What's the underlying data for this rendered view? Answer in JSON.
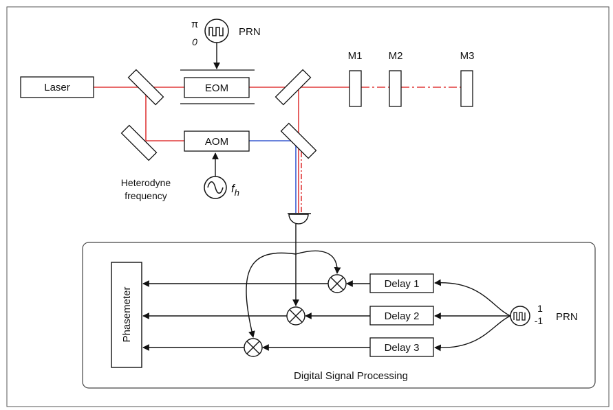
{
  "labels": {
    "laser": "Laser",
    "eom": "EOM",
    "aom": "AOM",
    "mirror1": "M1",
    "mirror2": "M2",
    "mirror3": "M3",
    "prn_top": "PRN",
    "pi": "π",
    "zero": "0",
    "heterodyne_line1": "Heterodyne",
    "heterodyne_line2": "frequency",
    "fh_base": "f",
    "fh_sub": "h",
    "phasemeter": "Phasemeter",
    "delay1": "Delay 1",
    "delay2": "Delay 2",
    "delay3": "Delay 3",
    "prn_right": "PRN",
    "plus_one": "1",
    "minus_one": "-1",
    "dsp": "Digital Signal Processing"
  },
  "colors": {
    "laser_beam": "#e03a3a",
    "heterodyne_beam": "#3a5bd0",
    "ink": "#111111",
    "frame": "#444444"
  }
}
